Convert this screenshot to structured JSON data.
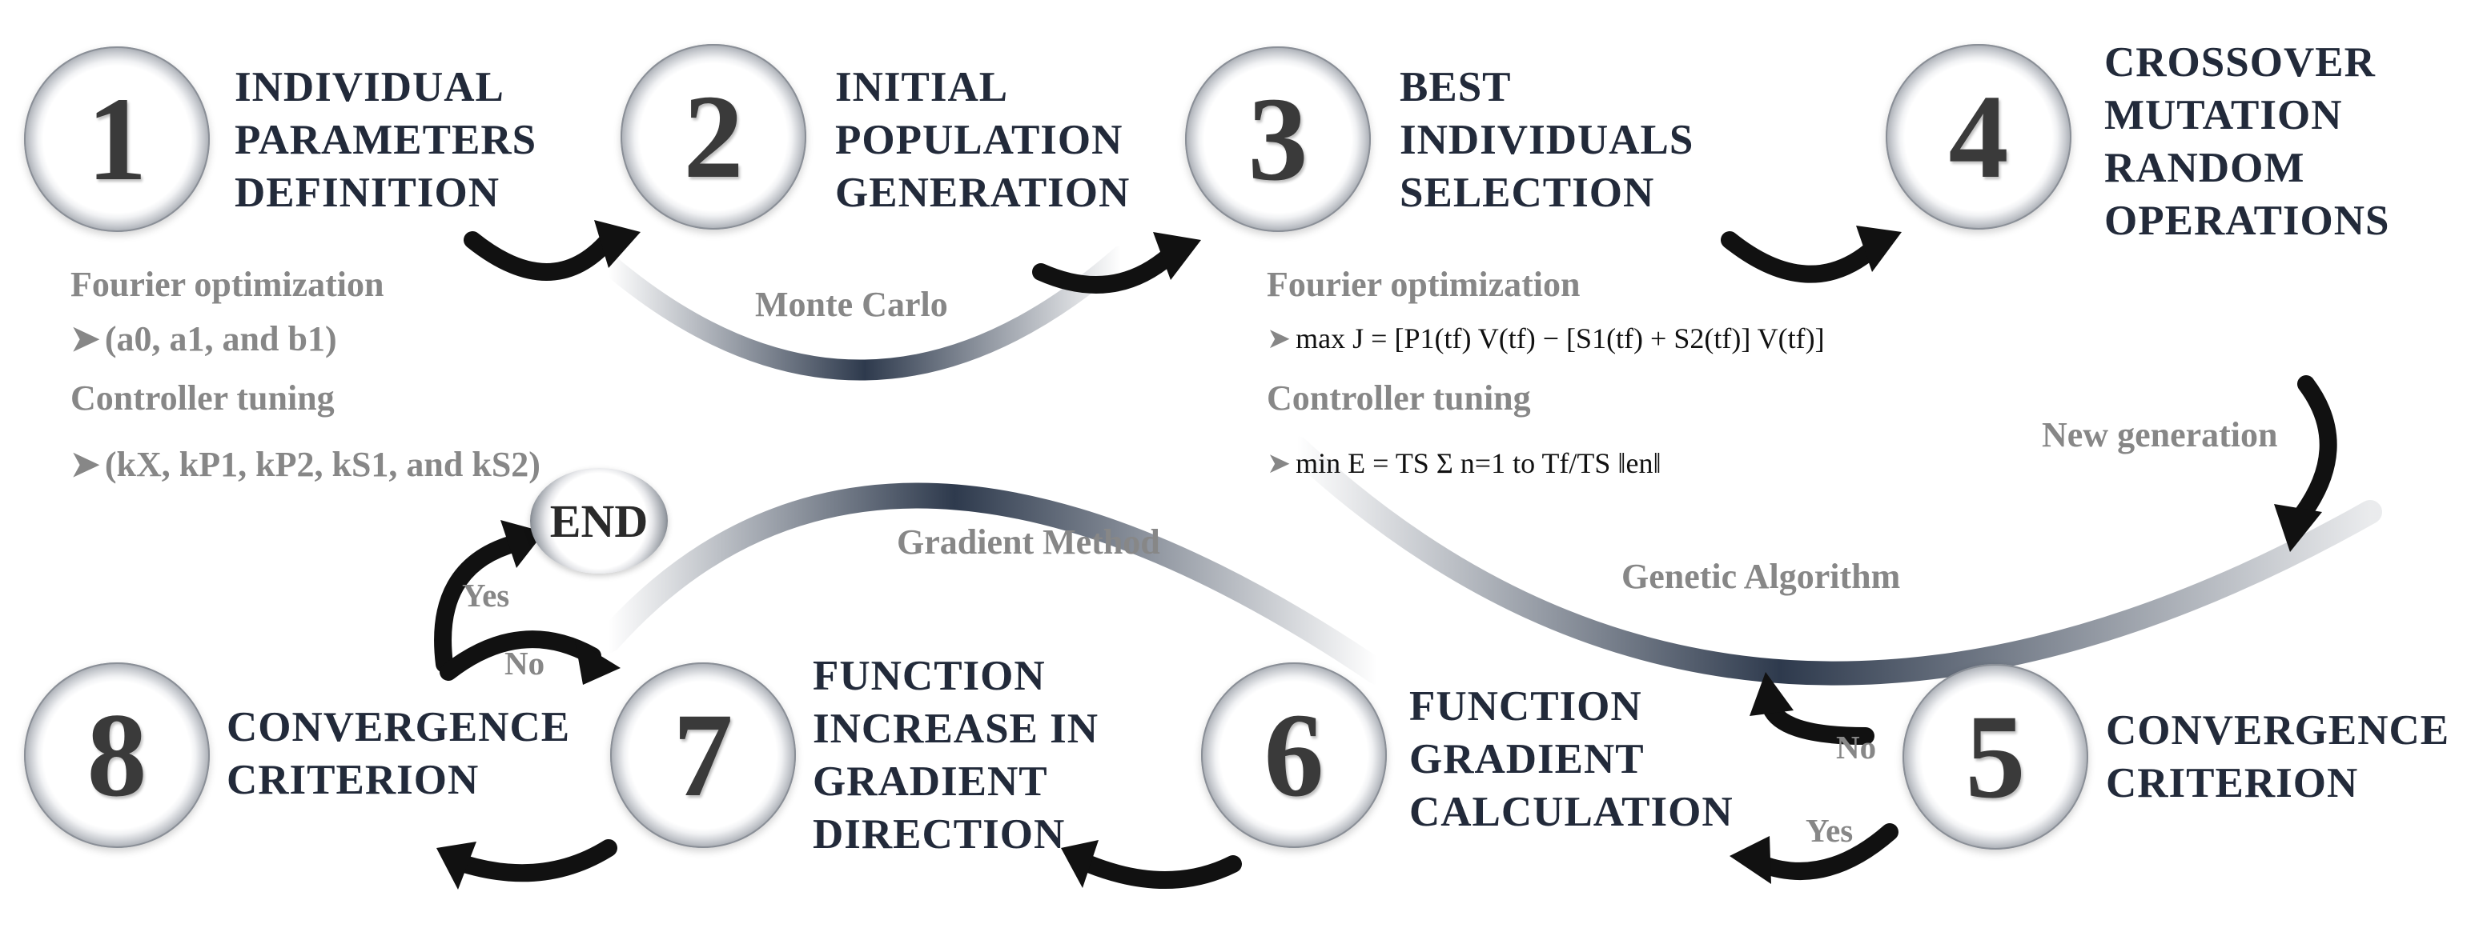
{
  "steps": [
    {
      "number": "1",
      "title": "INDIVIDUAL\nPARAMETERS\nDEFINITION"
    },
    {
      "number": "2",
      "title": "INITIAL\nPOPULATION\nGENERATION"
    },
    {
      "number": "3",
      "title": "BEST\nINDIVIDUALS\nSELECTION"
    },
    {
      "number": "4",
      "title": "CROSSOVER\nMUTATION\nRANDOM\nOPERATIONS"
    },
    {
      "number": "5",
      "title": "CONVERGENCE\nCRITERION"
    },
    {
      "number": "6",
      "title": "FUNCTION\nGRADIENT\nCALCULATION"
    },
    {
      "number": "7",
      "title": "FUNCTION\nINCREASE IN\nGRADIENT\nDIRECTION"
    },
    {
      "number": "8",
      "title": "CONVERGENCE\nCRITERION"
    }
  ],
  "end_label": "END",
  "labels": {
    "monte_carlo": "Monte Carlo",
    "new_generation": "New generation",
    "genetic_algorithm": "Genetic Algorithm",
    "gradient_method": "Gradient Method",
    "yes_left": "Yes",
    "no_left": "No",
    "no_right": "No",
    "yes_right": "Yes"
  },
  "left_notes": {
    "fourier_heading": "Fourier optimization",
    "fourier_params": "(a0, a1, and b1)",
    "controller_heading": "Controller tuning",
    "controller_params": "(kX, kP1, kP2, kS1, and kS2)"
  },
  "right_notes": {
    "fourier_heading": "Fourier optimization",
    "fourier_equation": "max J = [P1(tf) V(tf) − [S1(tf) + S2(tf)] V(tf)]",
    "controller_heading": "Controller tuning",
    "controller_equation": "min E = TS Σ n=1 to Tf/TS ‖en‖"
  },
  "colors": {
    "title_text": "#222a3a",
    "label_text": "#878787",
    "arc_dark": "#2e3a4d",
    "arrow": "#111111"
  }
}
